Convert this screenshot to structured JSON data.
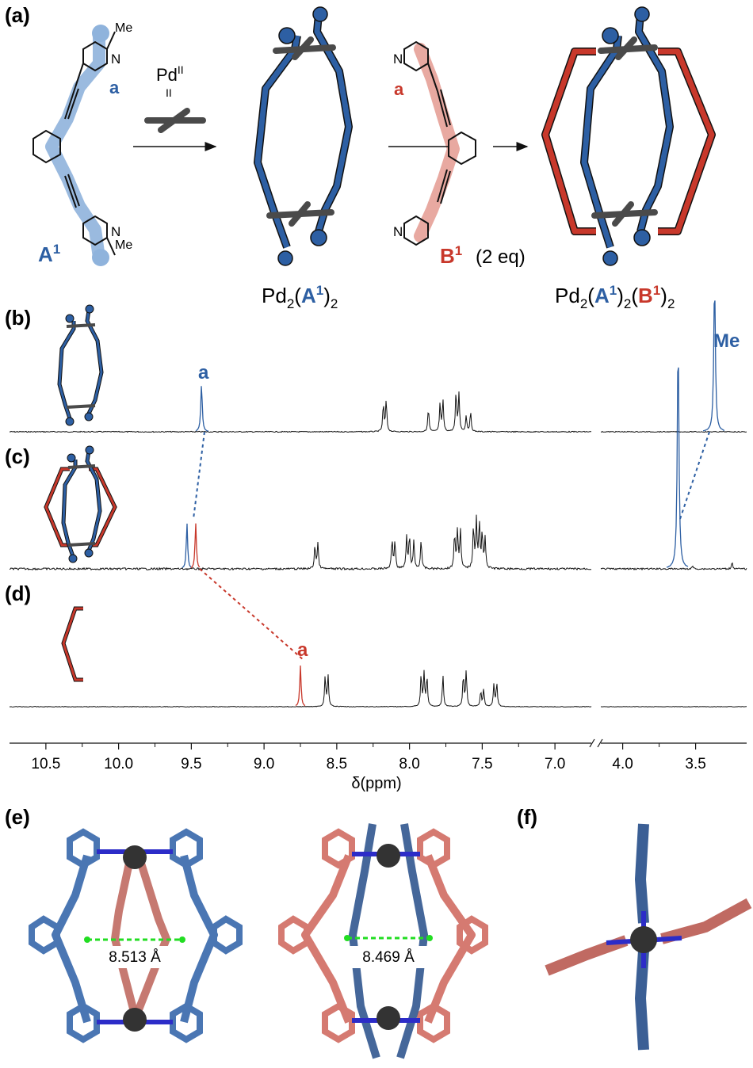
{
  "colors": {
    "blue": "#2d5fa3",
    "blue_light": "#8fb3dc",
    "red": "#c8382b",
    "red_light": "#e6a097",
    "pd_gray": "#4a4a4a",
    "green": "#22dd22",
    "atom_n": "#2c2cc8"
  },
  "panels": {
    "a": "(a)",
    "b": "(b)",
    "c": "(c)",
    "d": "(d)",
    "e": "(e)",
    "f": "(f)"
  },
  "scheme": {
    "me": "Me",
    "n": "N",
    "a_label": "a",
    "ligand_a_letter": "A",
    "ligand_sup": "1",
    "pd_reagent": "Pd",
    "pd_ox": "II",
    "equals": "II",
    "ligand_b_letter": "B",
    "ligand_b_eq": "(2 eq)",
    "product1_prefix": "Pd",
    "product1_sub": "2",
    "product2_prefix": "Pd"
  },
  "spectra": {
    "peak_a": "a",
    "peak_me": "Me",
    "xlabel": "δ(ppm)",
    "ticks_left": [
      "10.5",
      "10.0",
      "9.5",
      "9.0",
      "8.5",
      "8.0",
      "7.5",
      "7.0"
    ],
    "ticks_right": [
      "4.0",
      "3.5"
    ]
  },
  "structure": {
    "dist1": "8.513 Å",
    "dist2": "8.469 Å"
  }
}
